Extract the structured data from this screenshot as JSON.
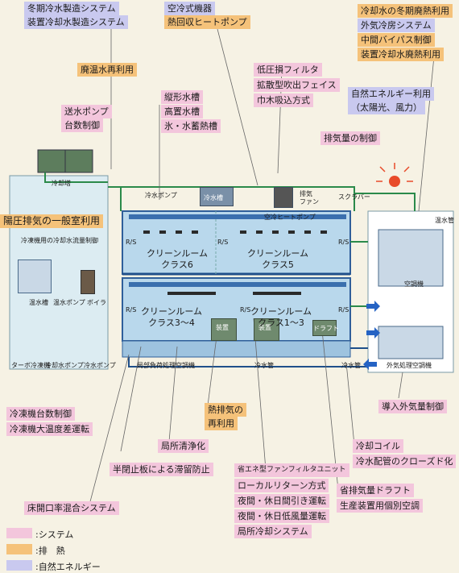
{
  "labels": {
    "winter_chilled": "冬期冷水製造システム",
    "equipment_chilled": "装置冷却水製造システム",
    "aircooled": "空冷式機器",
    "heat_recovery_hp": "熱回収ヒートポンプ",
    "winter_waste_heat": "冷却水の冬期廃熱利用",
    "outdoor_air_cooling": "外気冷房システム",
    "middle_bypass": "中間バイパス制御",
    "equipment_waste_heat": "装置冷却水廃熱利用",
    "warm_water_reuse": "廃温水再利用",
    "low_pressure_filter": "低圧損フィルタ",
    "diffuser_face": "拡散型吹出フェイス",
    "baseboard_suction": "巾木吸込方式",
    "natural_energy": "自然エネルギー利用",
    "natural_energy_sub": "（太陽光、風力）",
    "pump_count_control": "送水ポンプ",
    "pump_count_control2": "台数制御",
    "vertical_tank": "縦形水槽",
    "elevated_tank": "高置水槽",
    "ice_storage": "氷・水蓄熱槽",
    "exhaust_control": "排気量の制御",
    "positive_pressure_exhaust": "陽圧排気の一般室利用",
    "chiller_count_control": "冷凍機台数制御",
    "chiller_large_dt": "冷凍機大温度差運転",
    "heat_exhaust_reuse": "熱排気の",
    "heat_exhaust_reuse2": "再利用",
    "local_cleaning": "局所清浄化",
    "half_closed_plate": "半閉止板による滞留防止",
    "floor_opening_mix": "床開口率混合システム",
    "energy_saving_fan": "省エネ型ファンフィルタユニット",
    "local_return": "ローカルリターン方式",
    "night_holiday_intermittent": "夜間・休日間引き運転",
    "night_holiday_low_air": "夜間・休日低風量運転",
    "local_cooling": "局所冷却システム",
    "intro_outdoor_air": "導入外気量制御",
    "cooling_coil": "冷却コイル",
    "closed_chilled_pipe": "冷水配管のクローズド化",
    "exhaust_draft": "省排気量ドラフト",
    "individual_ac": "生産装置用個別空調"
  },
  "small": {
    "cooling_tower": "冷却塔",
    "chiller_supply_control": "冷凍機用の冷却水流量制御",
    "warm_tank": "温水槽",
    "warm_pump": "温水ポンプ",
    "boiler": "ボイラ",
    "turbo_chiller": "ターボ冷凍機",
    "cooling_water_pump": "冷却水ポンプ",
    "chilled_water_pump": "冷水ポンプ",
    "chilled_pump_top": "冷水ポンプ",
    "chilled_tank": "冷水槽",
    "exhaust_fan": "排気",
    "exhaust_fan2": "ファン",
    "scrubber": "スクラバー",
    "aircooled_hp": "空冷ヒートポンプ",
    "warm_pipe": "温水管",
    "ac_unit": "空調機",
    "local_ac": "局部負荷処理空調機",
    "chilled_pipe1": "冷水管",
    "chilled_pipe2": "冷水管",
    "oa_unit": "外気処理空調機",
    "device1": "装置",
    "device2": "装置",
    "draft": "ドラフト",
    "rs": "R/S"
  },
  "rooms": {
    "cr6_a": "クリーンルーム",
    "cr6_b": "クラス6",
    "cr5_a": "クリーンルーム",
    "cr5_b": "クラス5",
    "cr34_a": "クリーンルーム",
    "cr34_b": "クラス3～4",
    "cr13_a": "クリーンルーム",
    "cr13_b": "クラス1～3"
  },
  "legend": [
    {
      "text": ":システム",
      "color": "#f3c6dc"
    },
    {
      "text": ":排　熱",
      "color": "#f5c27a"
    },
    {
      "text": ":自然エネルギー",
      "color": "#c9c9ef"
    }
  ]
}
